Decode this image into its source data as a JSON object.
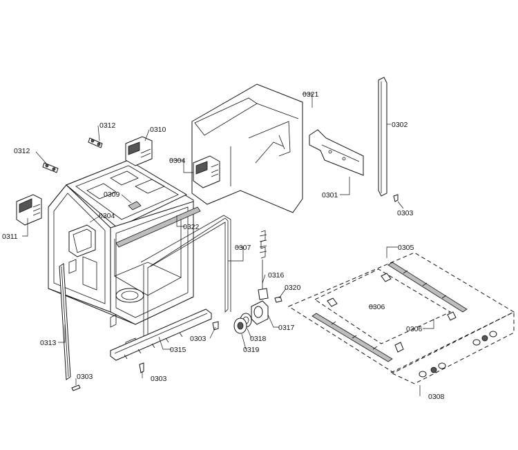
{
  "labels": {
    "p0301": "0301",
    "p0302": "0302",
    "p0303": "0303",
    "p0304": "0304",
    "p0305": "0305",
    "p0306": "0306",
    "p0307": "0307",
    "p0308": "0308",
    "p0309": "0309",
    "p0310": "0310",
    "p0311": "0311",
    "p0312": "0312",
    "p0313": "0313",
    "p0315": "0315",
    "p0316": "0316",
    "p0317": "0317",
    "p0318": "0318",
    "p0319": "0319",
    "p0320": "0320",
    "p0321": "0321",
    "p0322": "0322"
  }
}
